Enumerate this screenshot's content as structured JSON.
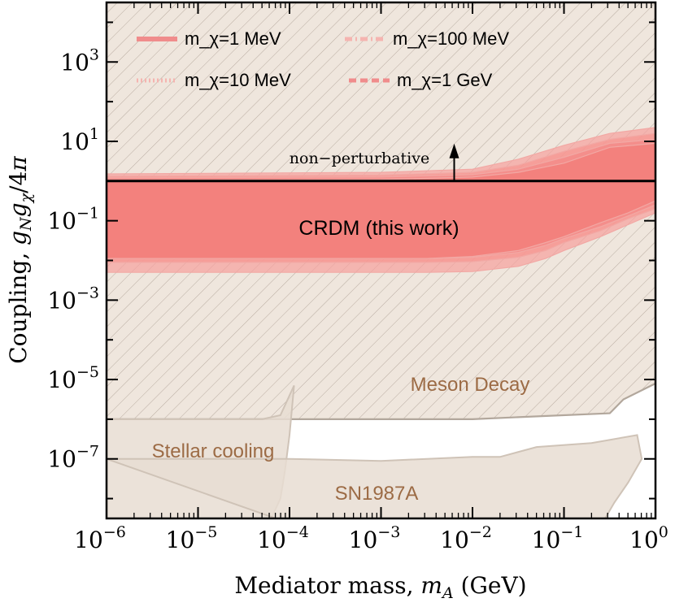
{
  "chart_data": {
    "type": "area",
    "xlabel": "Mediator mass, m_A (GeV)",
    "ylabel": "Coupling, g_N g_χ/4π",
    "xscale": "log",
    "yscale": "log",
    "xlim_log10": [
      -6,
      0
    ],
    "ylim_log10": [
      -8.5,
      4.5
    ],
    "x_tick_labels": [
      {
        "base": "10",
        "exp": "−6"
      },
      {
        "base": "10",
        "exp": "−5"
      },
      {
        "base": "10",
        "exp": "−4"
      },
      {
        "base": "10",
        "exp": "−3"
      },
      {
        "base": "10",
        "exp": "−2"
      },
      {
        "base": "10",
        "exp": "−1"
      },
      {
        "base": "10",
        "exp": "0"
      }
    ],
    "y_tick_labels": [
      {
        "base": "10",
        "exp": "3"
      },
      {
        "base": "10",
        "exp": "1"
      },
      {
        "base": "10",
        "exp": "−1"
      },
      {
        "base": "10",
        "exp": "−3"
      },
      {
        "base": "10",
        "exp": "−5"
      },
      {
        "base": "10",
        "exp": "−7"
      }
    ],
    "legend": {
      "placement": "top",
      "entries": [
        {
          "label": "m_χ=1 MeV",
          "style": "solid"
        },
        {
          "label": "m_χ=100 MeV",
          "style": "dashdot"
        },
        {
          "label": "m_χ=10 MeV",
          "style": "dotted"
        },
        {
          "label": "m_χ=1 GeV",
          "style": "dashed"
        }
      ]
    },
    "annotations": {
      "crdm": "CRDM (this work)",
      "non_perturbative": "non−perturbative",
      "meson": "Meson Decay",
      "stellar": "Stellar cooling",
      "sn": "SN1987A"
    },
    "non_perturbative_line_log10_y": 0,
    "regions": {
      "crdm_bands": [
        {
          "name": "m_χ=1 MeV",
          "upper": [
            [
              -6,
              0.18
            ],
            [
              -3,
              0.22
            ],
            [
              -2,
              0.3
            ],
            [
              -1.5,
              0.55
            ],
            [
              -1,
              0.9
            ],
            [
              -0.5,
              1.2
            ],
            [
              0,
              1.35
            ]
          ],
          "lower": [
            [
              -6,
              -2.3
            ],
            [
              -2.5,
              -2.3
            ],
            [
              -2,
              -2.28
            ],
            [
              -1.5,
              -2.15
            ],
            [
              -1.2,
              -1.95
            ],
            [
              -1,
              -1.75
            ],
            [
              -0.6,
              -1.4
            ],
            [
              -0.3,
              -1.1
            ],
            [
              0,
              -0.8
            ]
          ]
        },
        {
          "name": "m_χ=10 MeV",
          "upper": [
            [
              -6,
              0.12
            ],
            [
              -3,
              0.15
            ],
            [
              -2,
              0.22
            ],
            [
              -1.5,
              0.4
            ],
            [
              -1,
              0.75
            ],
            [
              -0.5,
              1.05
            ],
            [
              0,
              1.2
            ]
          ],
          "lower": [
            [
              -6,
              -2.05
            ],
            [
              -2.5,
              -2.05
            ],
            [
              -2,
              -2.03
            ],
            [
              -1.5,
              -1.92
            ],
            [
              -1.2,
              -1.75
            ],
            [
              -1,
              -1.55
            ],
            [
              -0.6,
              -1.25
            ],
            [
              -0.3,
              -0.95
            ],
            [
              0,
              -0.7
            ]
          ]
        },
        {
          "name": "m_χ=100 MeV",
          "upper": [
            [
              -6,
              0.08
            ],
            [
              -3,
              0.1
            ],
            [
              -2,
              0.16
            ],
            [
              -1.5,
              0.3
            ],
            [
              -1,
              0.6
            ],
            [
              -0.5,
              0.95
            ],
            [
              0,
              1.05
            ]
          ],
          "lower": [
            [
              -6,
              -1.95
            ],
            [
              -2.5,
              -1.95
            ],
            [
              -2,
              -1.92
            ],
            [
              -1.5,
              -1.8
            ],
            [
              -1.2,
              -1.62
            ],
            [
              -1,
              -1.45
            ],
            [
              -0.6,
              -1.15
            ],
            [
              -0.3,
              -0.88
            ],
            [
              0,
              -0.6
            ]
          ]
        },
        {
          "name": "m_χ=1 GeV",
          "upper": [
            [
              -6,
              0.02
            ],
            [
              -3,
              0.04
            ],
            [
              -2,
              0.1
            ],
            [
              -1.5,
              0.22
            ],
            [
              -1,
              0.45
            ],
            [
              -0.5,
              0.85
            ],
            [
              0,
              0.95
            ]
          ],
          "lower": [
            [
              -6,
              -1.95
            ],
            [
              -2.5,
              -1.95
            ],
            [
              -2,
              -1.9
            ],
            [
              -1.5,
              -1.75
            ],
            [
              -1.2,
              -1.55
            ],
            [
              -1,
              -1.4
            ],
            [
              -0.6,
              -1.05
            ],
            [
              -0.3,
              -0.8
            ],
            [
              0,
              -0.5
            ]
          ]
        }
      ],
      "meson_decay_lower_boundary": [
        [
          -6,
          -6.0
        ],
        [
          -5,
          -6.0
        ],
        [
          -2,
          -6.0
        ],
        [
          -1.5,
          -5.95
        ],
        [
          -0.5,
          -5.85
        ],
        [
          -0.35,
          -5.5
        ],
        [
          0,
          -5.1
        ]
      ],
      "stellar_cooling_boundary": [
        [
          -6,
          -6.0
        ],
        [
          -4.3,
          -6.0
        ],
        [
          -4.1,
          -5.9
        ],
        [
          -3.95,
          -5.15
        ],
        [
          -4.0,
          -6.4
        ],
        [
          -4.05,
          -7.3
        ],
        [
          -4.1,
          -8.0
        ],
        [
          -4.2,
          -8.5
        ],
        [
          -6,
          -8.5
        ]
      ],
      "sn1987a_boundary": [
        [
          -6,
          -7.0
        ],
        [
          -4,
          -7.0
        ],
        [
          -3,
          -7.05
        ],
        [
          -2,
          -6.95
        ],
        [
          -1.7,
          -6.95
        ],
        [
          -1.3,
          -6.7
        ],
        [
          -0.7,
          -6.6
        ],
        [
          -0.2,
          -6.4
        ],
        [
          -0.15,
          -7.0
        ],
        [
          -0.3,
          -7.6
        ],
        [
          -0.45,
          -8.1
        ],
        [
          -0.55,
          -8.5
        ],
        [
          -4.15,
          -8.5
        ]
      ]
    }
  }
}
